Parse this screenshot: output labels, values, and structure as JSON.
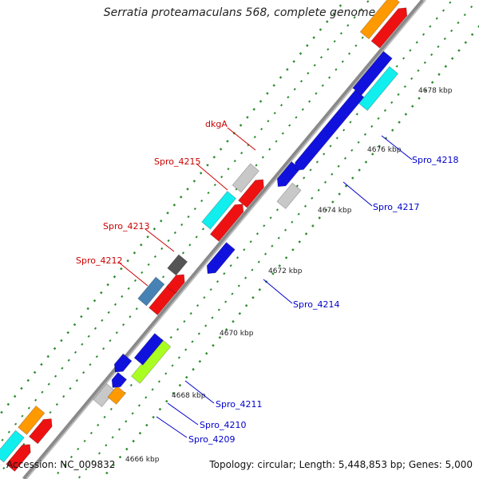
{
  "title": "Serratia proteamaculans 568, complete genome",
  "footer": {
    "accession": "Accession: NC_009832",
    "summary": "Topology: circular; Length: 5,448,853 bp; Genes: 5,000"
  },
  "colors": {
    "backbone": "#8a8a8a",
    "dots": "#2e8b2e",
    "label_red": "#cc0000",
    "label_blue": "#0000cc",
    "red": "#ee1111",
    "cyan": "#11eeee",
    "blue": "#1111dd",
    "grey": "#c8c8c8",
    "darkgrey": "#555555",
    "steel": "#4682b4",
    "orange": "#ff9900",
    "lime": "#aaff22"
  },
  "kbp_ticks": [
    "4666 kbp",
    "4668 kbp",
    "4670 kbp",
    "4672 kbp",
    "4674 kbp",
    "4676 kbp",
    "4678 kbp"
  ],
  "gene_labels": [
    "dkgA",
    "Spro_4215",
    "Spro_4213",
    "Spro_4212",
    "Spro_4218",
    "Spro_4217",
    "Spro_4214",
    "Spro_4211",
    "Spro_4210",
    "Spro_4209"
  ]
}
